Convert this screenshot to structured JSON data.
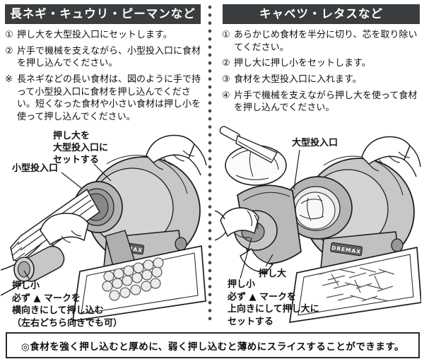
{
  "colors": {
    "header_bg": "#3a3d3f",
    "divider_dot": "#47494b",
    "machine_gray": "#c6c7c9",
    "line": "#1d1d1d"
  },
  "left": {
    "header": "長ネギ・キュウリ・ピーマンなど",
    "steps": [
      {
        "num": "①",
        "text": "押し大を大型投入口にセットします。"
      },
      {
        "num": "②",
        "text": "片手で機械を支えながら、小型投入口に食材を押し込んでください。"
      },
      {
        "num": "※",
        "text": "長ネギなどの長い食材は、図のように手で持って小型投入口に食材を押し込んでください。短くなった食材や小さい食材は押し小を使って押し込んでください。"
      }
    ],
    "figure": {
      "set_label": [
        "押し大を",
        "大型投入口に",
        "セットする"
      ],
      "small_inlet_label": "小型投入口",
      "push_small_label": [
        "押し小",
        "必ず ▲ マークを",
        "横向きにして押し込む",
        "（左右どちら向きでも可）"
      ],
      "brand": "DREMAX"
    }
  },
  "right": {
    "header": "キャベツ・レタスなど",
    "steps": [
      {
        "num": "①",
        "text": "あらかじめ食材を半分に切り、芯を取り除いてください。"
      },
      {
        "num": "②",
        "text": "押し大に押し小をセットします。"
      },
      {
        "num": "③",
        "text": "食材を大型投入口に入れます。"
      },
      {
        "num": "④",
        "text": "片手で機械を支えながら押し大を使って食材を押し込んでください。"
      }
    ],
    "figure": {
      "large_inlet_label": "大型投入口",
      "push_large_label": "押し大",
      "push_small_label": [
        "押し小",
        "必ず ▲ マークを",
        "上向きにして押し大に",
        "セットする"
      ],
      "brand": "DREMAX"
    }
  },
  "footer": {
    "note": "◎食材を強く押し込むと厚めに、弱く押し込むと薄めにスライスすることができます。"
  }
}
